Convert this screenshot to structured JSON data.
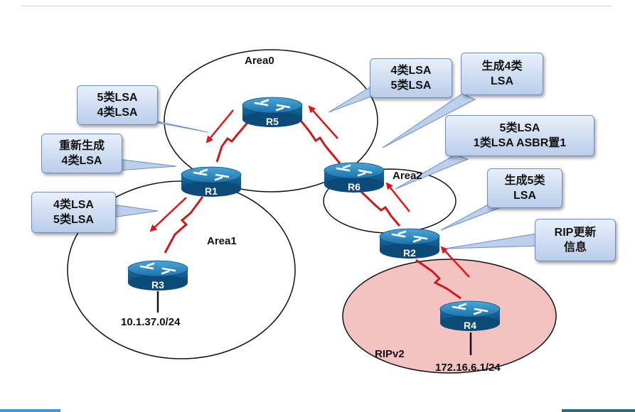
{
  "areas": {
    "area0": "Area0",
    "area1": "Area1",
    "area2": "Area2",
    "rip": "RIPv2"
  },
  "routers": [
    "R5",
    "R1",
    "R6",
    "R3",
    "R2",
    "R4"
  ],
  "networks": {
    "r3_net": "10.1.37.0/24",
    "r4_net": "172.16.6.1/24"
  },
  "callouts": {
    "c1": [
      "5类LSA",
      "4类LSA"
    ],
    "c2": [
      "重新生成",
      "4类LSA"
    ],
    "c3": [
      "4类LSA",
      "5类LSA"
    ],
    "c4": [
      "4类LSA",
      "5类LSA"
    ],
    "c5": [
      "生成4类",
      "LSA"
    ],
    "c6": [
      "5类LSA",
      "1类LSA  ASBR置1"
    ],
    "c7": [
      "生成5类",
      "LSA"
    ],
    "c8": [
      "RIP更新",
      "信息"
    ]
  },
  "colors": {
    "rip_fill": "#f5c2c2",
    "link": "#cc1a1a",
    "router": "#1a6fa8"
  }
}
